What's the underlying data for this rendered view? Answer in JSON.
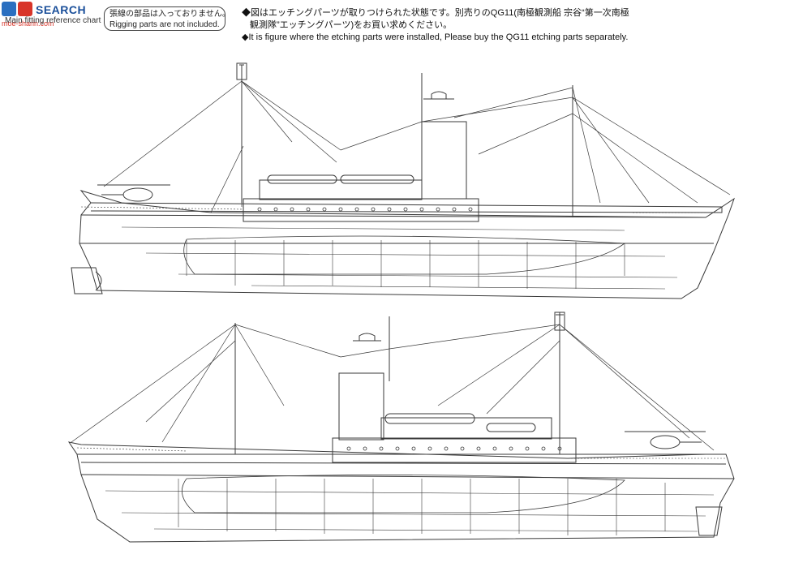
{
  "watermark": {
    "brand": "SEARCH",
    "domain": "moe-sharin.com",
    "icon": "site-logo-icon"
  },
  "left_caption": "Main fitting reference chart",
  "rigging_note": {
    "jp": "張線の部品は入っておりません。",
    "en": "Rigging parts are not included."
  },
  "etching_note": {
    "jp_line1": "◆図はエッチングパーツが取りつけられた状態です。別売りのQG11(南極観測船 宗谷“第一次南極",
    "jp_line2": "観測隊”エッチングパーツ)をお買い求めください。",
    "en": "◆It is figure where the etching parts were installed, Please buy the QG11 etching parts separately."
  },
  "drawing": {
    "subject": "ship side elevation, two views (starboard and port)",
    "line_color": "#3a3a3a",
    "views": [
      "side-view-top",
      "side-view-bottom"
    ]
  }
}
